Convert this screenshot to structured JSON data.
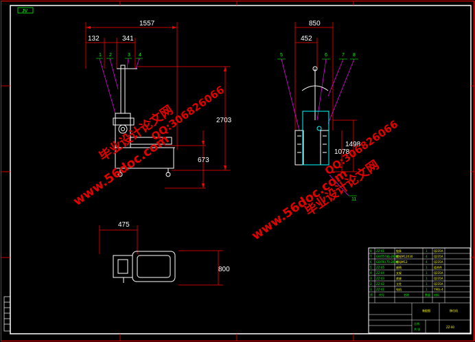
{
  "sheet": {
    "corner_tag": "JV",
    "colors": {
      "dimension": "#ff0000",
      "leader": "#ff00ff",
      "outline": "#ffffff",
      "balloon": "#00ff00",
      "center": "#00ffff",
      "watermark": "#e00000"
    }
  },
  "dimensions": {
    "front_overall_width": "1557",
    "front_left": "132",
    "front_mid": "341",
    "front_height": "2703",
    "front_low": "673",
    "side_width": "850",
    "side_inner": "452",
    "side_mid": "1078",
    "side_right": "1498",
    "top_width": "475",
    "top_height": "800"
  },
  "balloons": {
    "b1": "1",
    "b2": "2",
    "b3": "3",
    "b4": "4",
    "b5": "5",
    "b6": "6",
    "b7": "7",
    "b8": "8",
    "b11": "11"
  },
  "watermarks": {
    "site_label": "毕业设计论文网",
    "url": "www.56doc.com",
    "qq": "QQ:306826066"
  },
  "title_block": {
    "rows": [
      {
        "no": "8",
        "code": "ZZ-01",
        "name": "链条",
        "qty": "1",
        "mat": "Q235A"
      },
      {
        "no": "7",
        "code": "GB/T5781-2000",
        "name": "螺栓M12X30",
        "qty": "4",
        "mat": "Q235A"
      },
      {
        "no": "6",
        "code": "GB/T6170-2000",
        "name": "螺母M12",
        "qty": "4",
        "mat": "Q235A"
      },
      {
        "no": "5",
        "code": "ZZ-05",
        "name": "座椅",
        "qty": "1",
        "mat": "组合件"
      },
      {
        "no": "4",
        "code": "ZZ-04",
        "name": "支架",
        "qty": "1",
        "mat": "Q235A"
      },
      {
        "no": "3",
        "code": "ZZ-03",
        "name": "底座",
        "qty": "1",
        "mat": "Q235A"
      },
      {
        "no": "2",
        "code": "ZZ-02",
        "name": "立柱",
        "qty": "1",
        "mat": "Q235A"
      },
      {
        "no": "1",
        "code": "ZZ-01",
        "name": "电机",
        "qty": "1",
        "mat": "Y90L-4"
      }
    ],
    "header": {
      "no": "序",
      "code": "代号",
      "name": "名称",
      "qty": "数量",
      "mat": "材料"
    },
    "drawing_title": "装配图",
    "product_name": "移位机",
    "drawing_no": "ZZ-00",
    "scale_label": "比例",
    "sheet_label": "共  张"
  }
}
